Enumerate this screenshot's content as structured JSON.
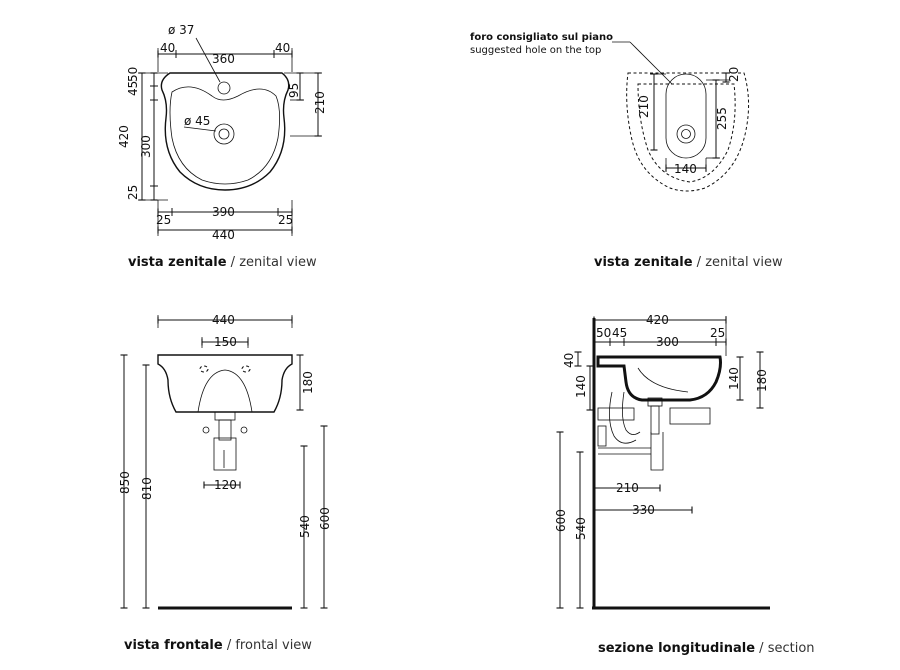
{
  "views": {
    "top_left": {
      "caption_bold": "vista zenitale",
      "caption_sep": " / ",
      "caption_norm": "zenital view",
      "dims": {
        "tap_hole": "ø 37",
        "top_left": "40",
        "top_mid": "360",
        "top_right": "40",
        "left_45": "45",
        "left_50": "50",
        "left_420": "420",
        "left_300": "300",
        "left_25": "25",
        "right_95": "95",
        "right_210": "210",
        "drain": "ø 45",
        "bot_left": "25",
        "bot_mid": "390",
        "bot_right": "25",
        "bot_total": "440"
      }
    },
    "top_right": {
      "caption_bold": "vista zenitale",
      "caption_sep": " / ",
      "caption_norm": "zenital view",
      "note_it": "foro consigliato sul piano",
      "note_en": "suggested hole on the top",
      "dims": {
        "d210": "210",
        "d255": "255",
        "d20": "20",
        "d140": "140"
      }
    },
    "bottom_left": {
      "caption_bold": "vista frontale",
      "caption_sep": " / ",
      "caption_norm": "frontal view",
      "dims": {
        "width": "440",
        "holes": "150",
        "depth": "180",
        "trap": "120",
        "h850": "850",
        "h810": "810",
        "h540": "540",
        "h600": "600"
      }
    },
    "bottom_right": {
      "caption_bold": "sezione longitudinale",
      "caption_sep": " / ",
      "caption_norm": "section",
      "dims": {
        "total": "420",
        "d50": "50",
        "d45": "45",
        "d300": "300",
        "d25": "25",
        "d40": "40",
        "d140l": "140",
        "d140r": "140",
        "d180": "180",
        "d210": "210",
        "d330": "330",
        "d600": "600",
        "d540": "540"
      }
    }
  }
}
